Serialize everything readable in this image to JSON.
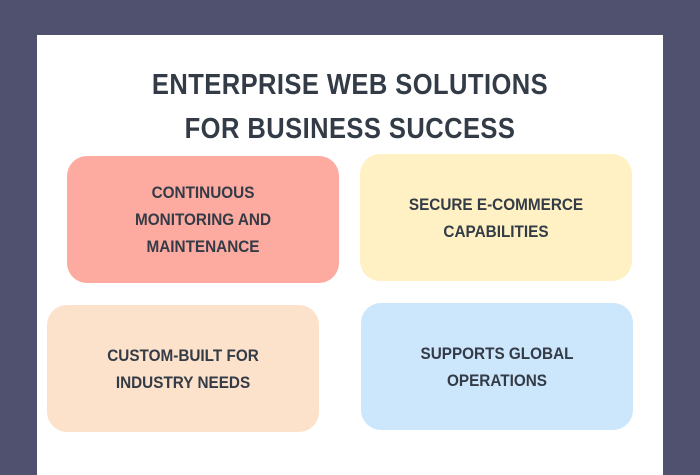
{
  "title": "ENTERPRISE WEB SOLUTIONS FOR BUSINESS SUCCESS",
  "cards": [
    {
      "label": "CONTINUOUS MONITORING AND MAINTENANCE",
      "color": "#fdaaa0"
    },
    {
      "label": "SECURE E-COMMERCE CAPABILITIES",
      "color": "#fff1c4"
    },
    {
      "label": "CUSTOM-BUILT FOR INDUSTRY NEEDS",
      "color": "#fde2cb"
    },
    {
      "label": "SUPPORTS GLOBAL OPERATIONS",
      "color": "#cce6fc"
    }
  ]
}
